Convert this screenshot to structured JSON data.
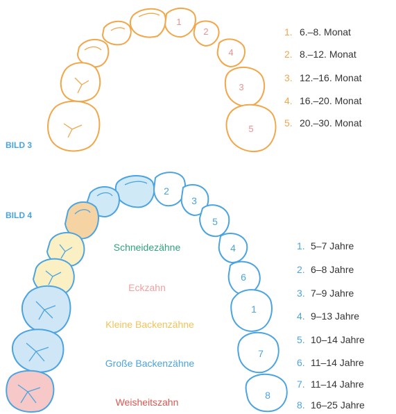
{
  "bild3": {
    "label": "BILD 3",
    "tooth_numbers": [
      "1",
      "2",
      "4",
      "3",
      "5"
    ],
    "legend": [
      {
        "num": "1.",
        "text": "6.–8. Monat"
      },
      {
        "num": "2.",
        "text": "8.–12. Monat"
      },
      {
        "num": "3.",
        "text": "12.–16. Monat"
      },
      {
        "num": "4.",
        "text": "16.–20. Monat"
      },
      {
        "num": "5.",
        "text": "20.–30. Monat"
      }
    ]
  },
  "bild4": {
    "label": "BILD 4",
    "tooth_numbers": [
      "2",
      "3",
      "5",
      "4",
      "6",
      "1",
      "7",
      "8"
    ],
    "categories": [
      {
        "text": "Schneidezähne",
        "color": "#2fa37a"
      },
      {
        "text": "Eckzahn",
        "color": "#f0a0a0"
      },
      {
        "text": "Kleine Backenzähne",
        "color": "#f3c35a"
      },
      {
        "text": "Große Backenzähne",
        "color": "#4ba3e0"
      },
      {
        "text": "Weisheitszahn",
        "color": "#e0554f"
      }
    ],
    "legend": [
      {
        "num": "1.",
        "text": "5–7 Jahre"
      },
      {
        "num": "2.",
        "text": "6–8 Jahre"
      },
      {
        "num": "3.",
        "text": "7–9 Jahre"
      },
      {
        "num": "4.",
        "text": "9–13 Jahre"
      },
      {
        "num": "5.",
        "text": "10–14 Jahre"
      },
      {
        "num": "6.",
        "text": "11–14 Jahre"
      },
      {
        "num": "7.",
        "text": "11–14 Jahre"
      },
      {
        "num": "8.",
        "text": "16–25 Jahre"
      }
    ]
  },
  "colors": {
    "baby_tooth_outline": "#f2a64a",
    "baby_tooth_number": "#f08f8f",
    "perm_outline": "#4ba3e0",
    "incisor_fill": "#cfeaf6",
    "canine_fill": "#f6d3a2",
    "premolar_fill": "#fbf0c4",
    "molar_fill": "#cfe6f6",
    "wisdom_fill": "#f6c8c8",
    "bild_label": "#4ba3e0",
    "legend_text": "#333333"
  }
}
